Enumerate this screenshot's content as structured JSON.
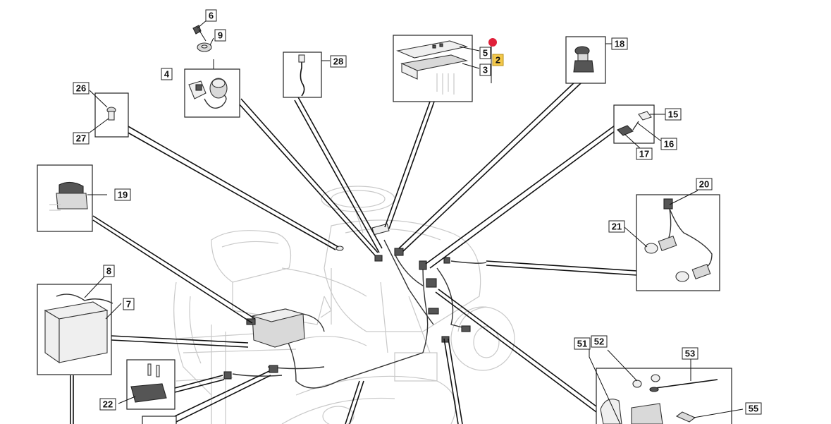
{
  "labels": {
    "p2": "2",
    "p3": "3",
    "p4": "4",
    "p5": "5",
    "p6": "6",
    "p7": "7",
    "p8": "8",
    "p9": "9",
    "p15": "15",
    "p16": "16",
    "p17": "17",
    "p18": "18",
    "p19": "19",
    "p20": "20",
    "p21": "21",
    "p22": "22",
    "p26": "26",
    "p27": "27",
    "p28": "28",
    "p51": "51",
    "p52": "52",
    "p53": "53",
    "p55": "55"
  },
  "colors": {
    "highlight": "#f3c84a",
    "marker": "#e0203a",
    "ink": "#111111",
    "ghost": "#c9c9c9"
  }
}
